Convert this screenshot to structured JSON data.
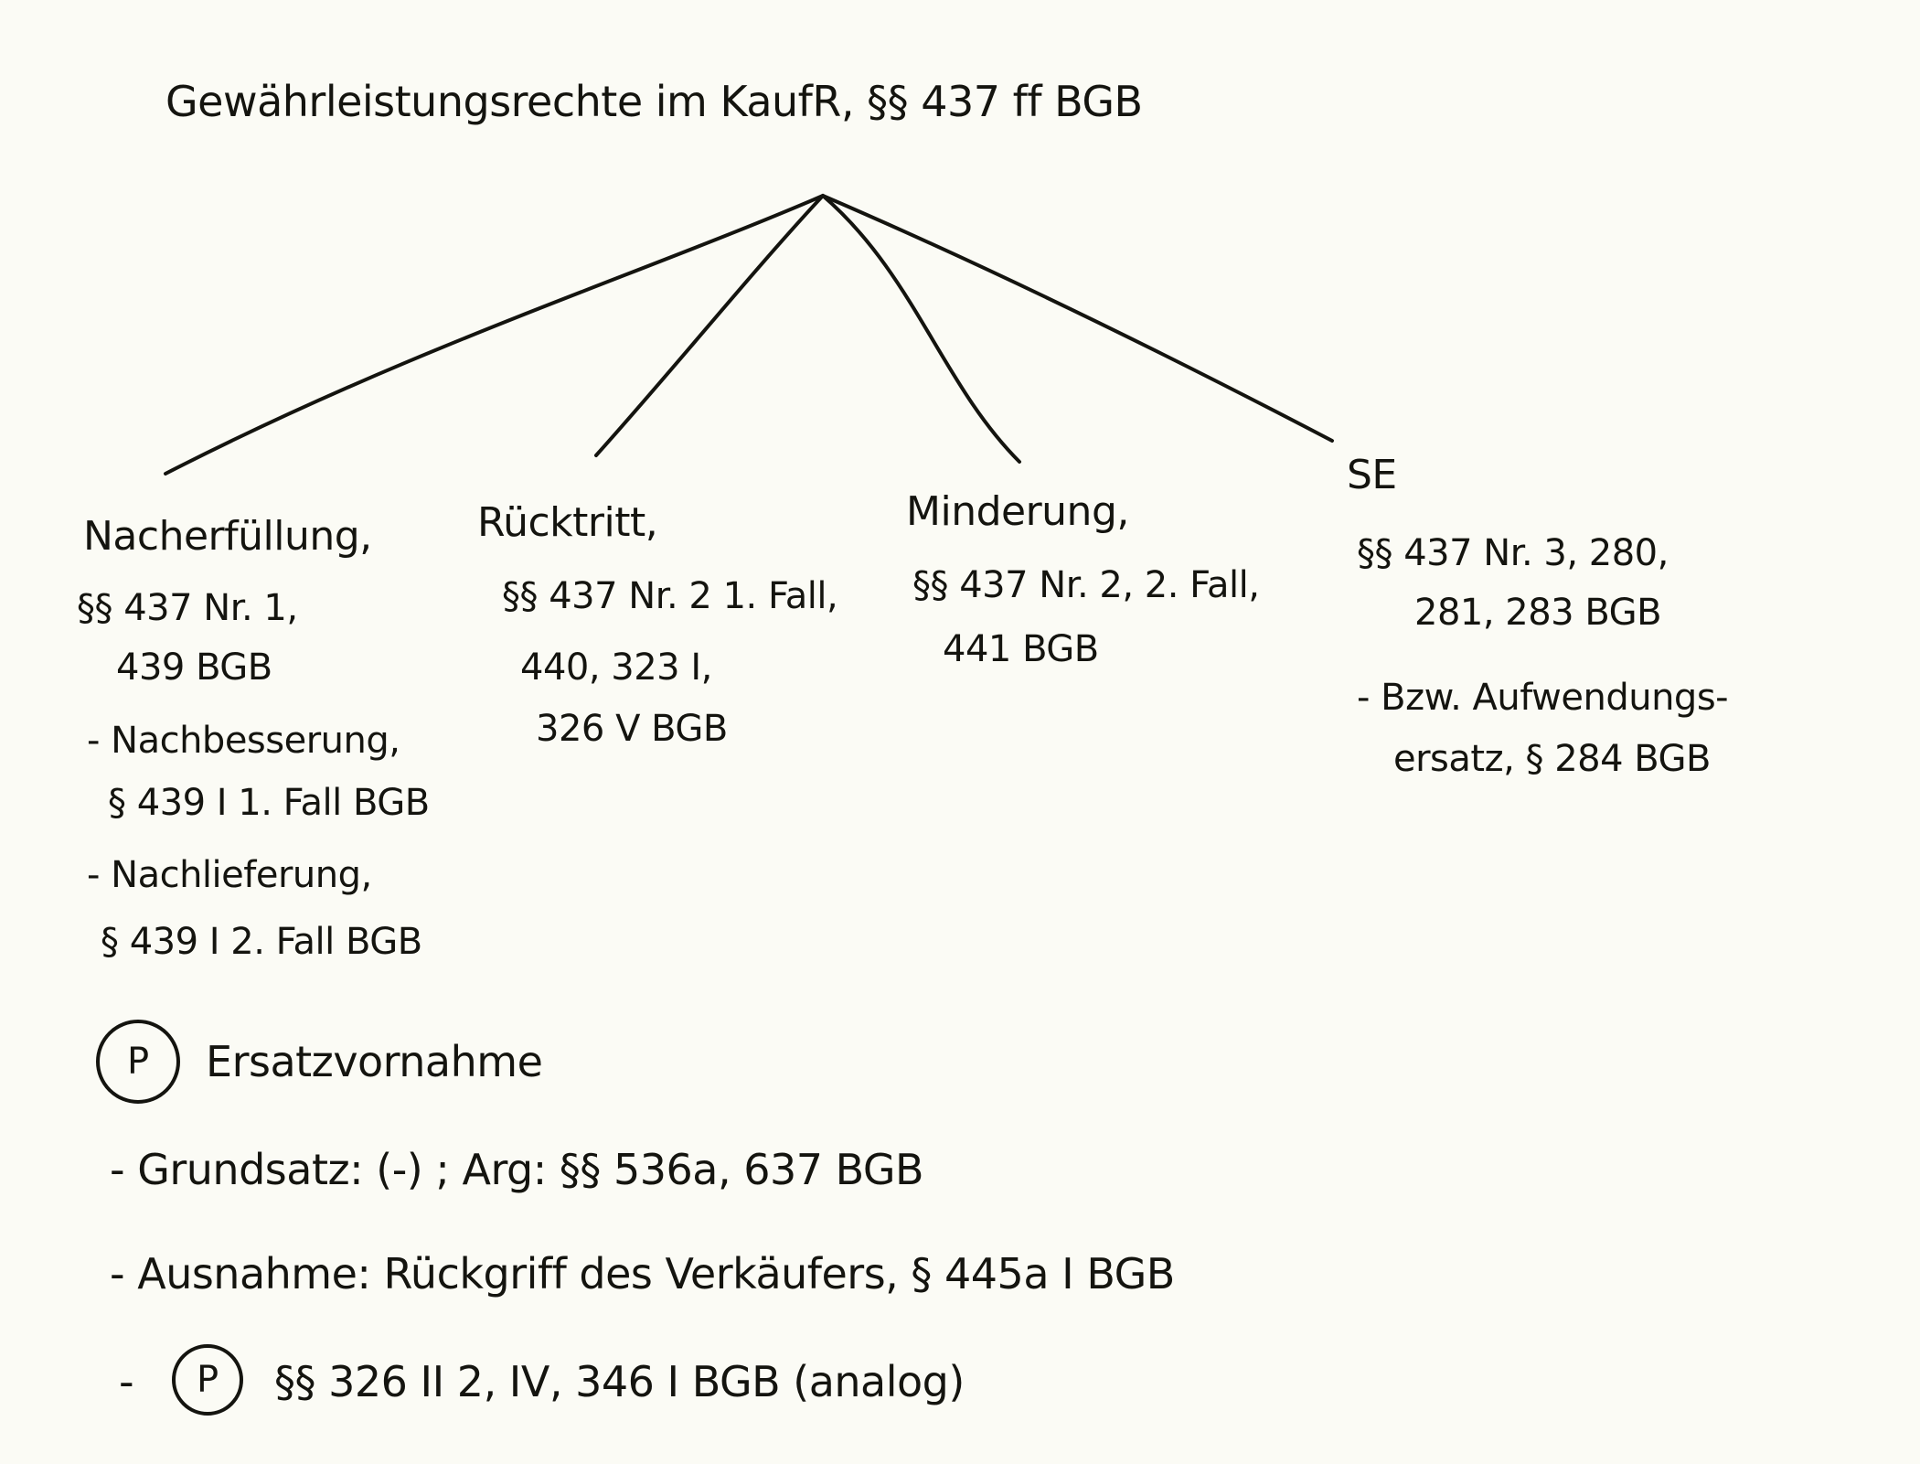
{
  "title": "Gewährleistungsrechte im KaufR, §§ 437 ff BGB",
  "branches": [
    {
      "heading": "Nacherfüllung,",
      "lines": [
        "§§ 437 Nr. 1,",
        "439 BGB",
        "- Nachbesserung,",
        "§ 439 I 1. Fall BGB",
        "- Nachlieferung,",
        "§ 439 I 2. Fall BGB"
      ]
    },
    {
      "heading": "Rücktritt,",
      "lines": [
        "§§ 437 Nr. 2 1. Fall,",
        "440, 323 I,",
        "326 V BGB"
      ]
    },
    {
      "heading": "Minderung,",
      "lines": [
        "§§ 437 Nr. 2, 2. Fall,",
        "441 BGB"
      ]
    },
    {
      "heading": "SE",
      "lines": [
        "§§ 437 Nr. 3, 280,",
        "281, 283 BGB",
        "- Bzw. Aufwendungs-",
        "ersatz, § 284 BGB"
      ]
    }
  ],
  "problem": {
    "marker": "P",
    "heading": "Ersatzvornahme",
    "points": [
      "- Grundsatz: (-) ; Arg: §§ 536a, 637 BGB",
      "- Ausnahme: Rückgriff des Verkäufers, § 445a I BGB",
      "§§ 326 II 2, IV, 346 I BGB (analog)"
    ],
    "last_prefix": "-"
  }
}
